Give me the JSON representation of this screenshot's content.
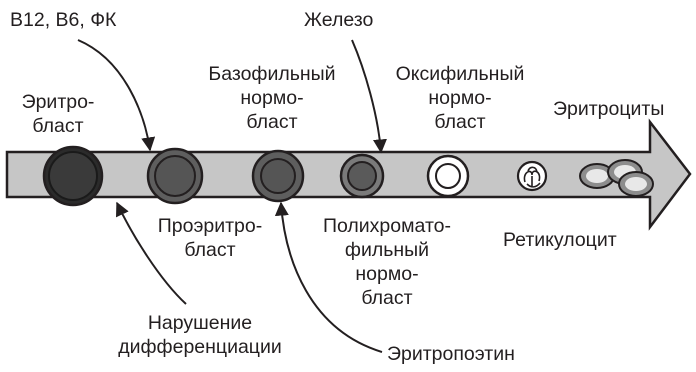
{
  "labels": {
    "b12": "В12, В6, ФК",
    "iron": "Железо",
    "erythroblast": [
      "Эритро-",
      "бласт"
    ],
    "basophilic": [
      "Базофильный",
      "нормо-",
      "бласт"
    ],
    "oxyphilic": [
      "Оксифильный",
      "нормо-",
      "бласт"
    ],
    "erythrocytes": "Эритроциты",
    "proerythroblast": [
      "Проэритро-",
      "бласт"
    ],
    "polychromatophilic": [
      "Полихромато-",
      "фильный",
      "нормо-",
      "бласт"
    ],
    "reticulocyte": "Ретикулоцит",
    "differentiation": [
      "Нарушение",
      "дифференциации"
    ],
    "erythropoietin": "Эритропоэтин"
  },
  "colors": {
    "arrow_fill": "#c6c6c6",
    "outline": "#231f20",
    "cell_dark": "#3a3a3a",
    "cell_medium": "#555555",
    "cell_light": "#ffffff"
  }
}
